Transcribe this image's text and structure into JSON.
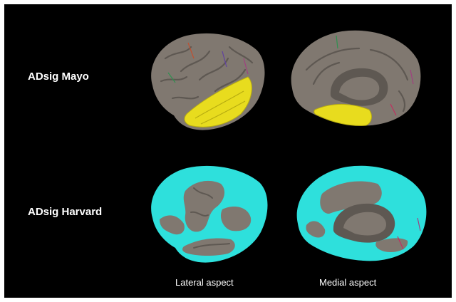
{
  "rows": [
    {
      "label": "ADsig Mayo",
      "highlight_color": "#e8dc1e"
    },
    {
      "label": "ADsig Harvard",
      "highlight_color": "#2ee0dc"
    }
  ],
  "captions": {
    "lateral": "Lateral aspect",
    "medial": "Medial aspect"
  },
  "colors": {
    "background": "#000000",
    "cortex": "#807870",
    "cortex_shade": "#5e5852"
  }
}
